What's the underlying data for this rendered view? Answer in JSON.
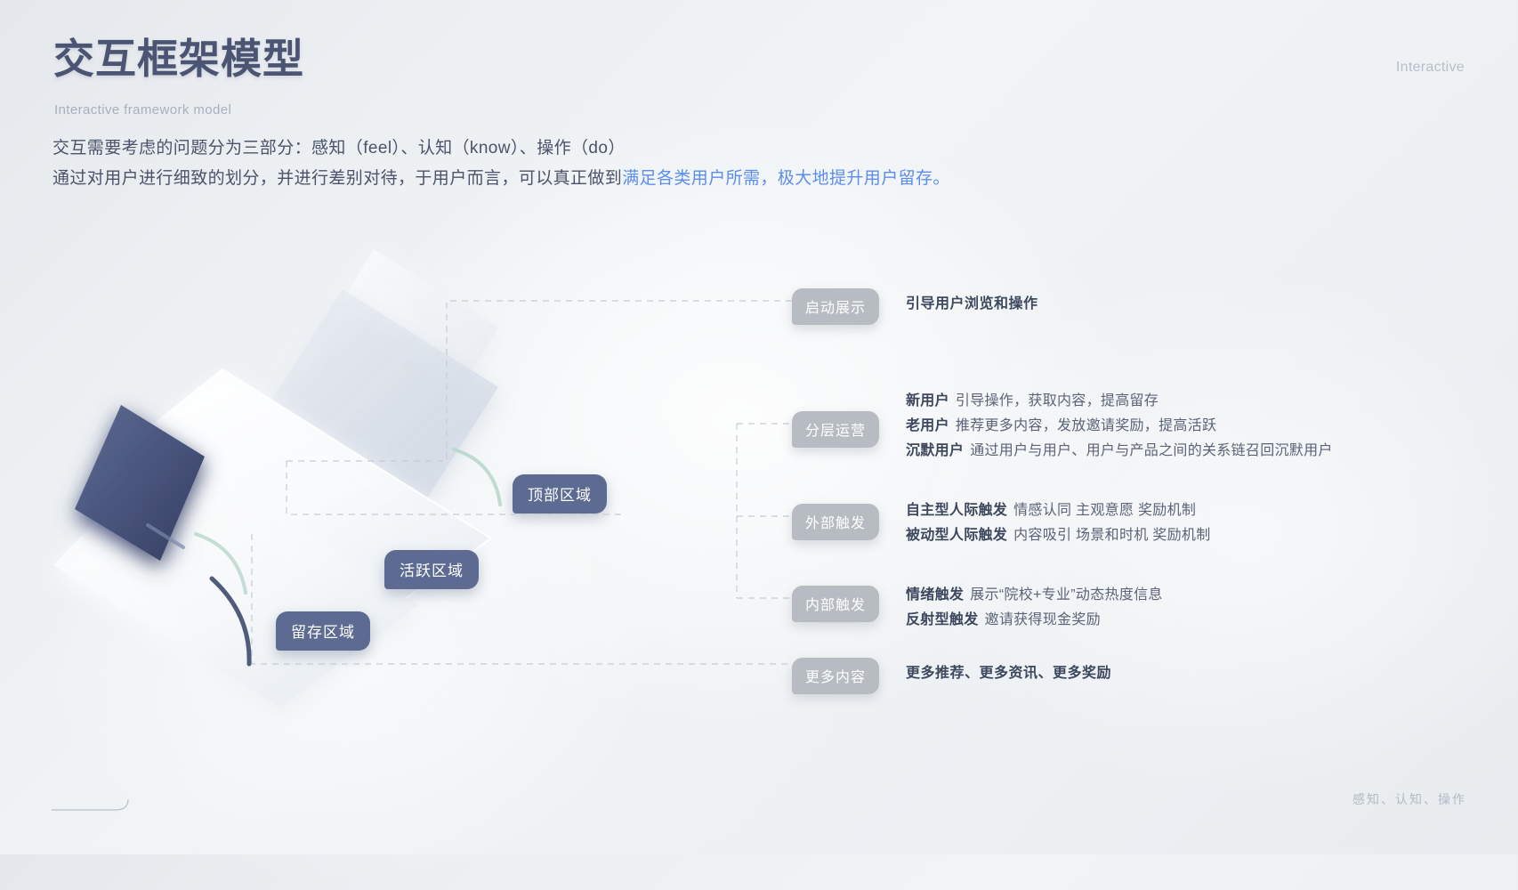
{
  "header": {
    "title": "交互框架模型",
    "subtitle": "Interactive framework model",
    "corner_label": "Interactive",
    "footer_label": "感知、认知、操作"
  },
  "intro": {
    "line1": "交互需要考虑的问题分为三部分：感知（feel）、认知（know）、操作（do）",
    "line2_normal": "通过对用户进行细致的划分，并进行差别对待，于用户而言，可以真正做到",
    "line2_highlight": "满足各类用户所需，极大地提升用户留存。",
    "highlight_color": "#5b8def"
  },
  "illustration": {
    "region_pills": [
      {
        "label": "顶部区域"
      },
      {
        "label": "活跃区域"
      },
      {
        "label": "留存区域"
      }
    ],
    "pill_color": "#5d6b93"
  },
  "groups": [
    {
      "pill": "启动展示",
      "rows": [
        {
          "key": "",
          "value": "引导用户浏览和操作",
          "solo": true
        }
      ]
    },
    {
      "pill": "分层运营",
      "rows": [
        {
          "key": "新用户",
          "value": "引导操作，获取内容，提高留存",
          "solo": false
        },
        {
          "key": "老用户",
          "value": "推荐更多内容，发放邀请奖励，提高活跃",
          "solo": false
        },
        {
          "key": "沉默用户",
          "value": "通过用户与用户、用户与产品之间的关系链召回沉默用户",
          "solo": false
        }
      ]
    },
    {
      "pill": "外部触发",
      "rows": [
        {
          "key": "自主型人际触发",
          "value": "情感认同  主观意愿  奖励机制",
          "solo": false
        },
        {
          "key": "被动型人际触发",
          "value": "内容吸引  场景和时机  奖励机制",
          "solo": false
        }
      ]
    },
    {
      "pill": "内部触发",
      "rows": [
        {
          "key": "情绪触发",
          "value": "展示“院校+专业”动态热度信息",
          "solo": false
        },
        {
          "key": "反射型触发",
          "value": "邀请获得现金奖励",
          "solo": false
        }
      ]
    },
    {
      "pill": "更多内容",
      "rows": [
        {
          "key": "",
          "value": "更多推荐、更多资讯、更多奖励",
          "solo": true
        }
      ]
    }
  ],
  "pill_grey_color": "#b7bcc2"
}
